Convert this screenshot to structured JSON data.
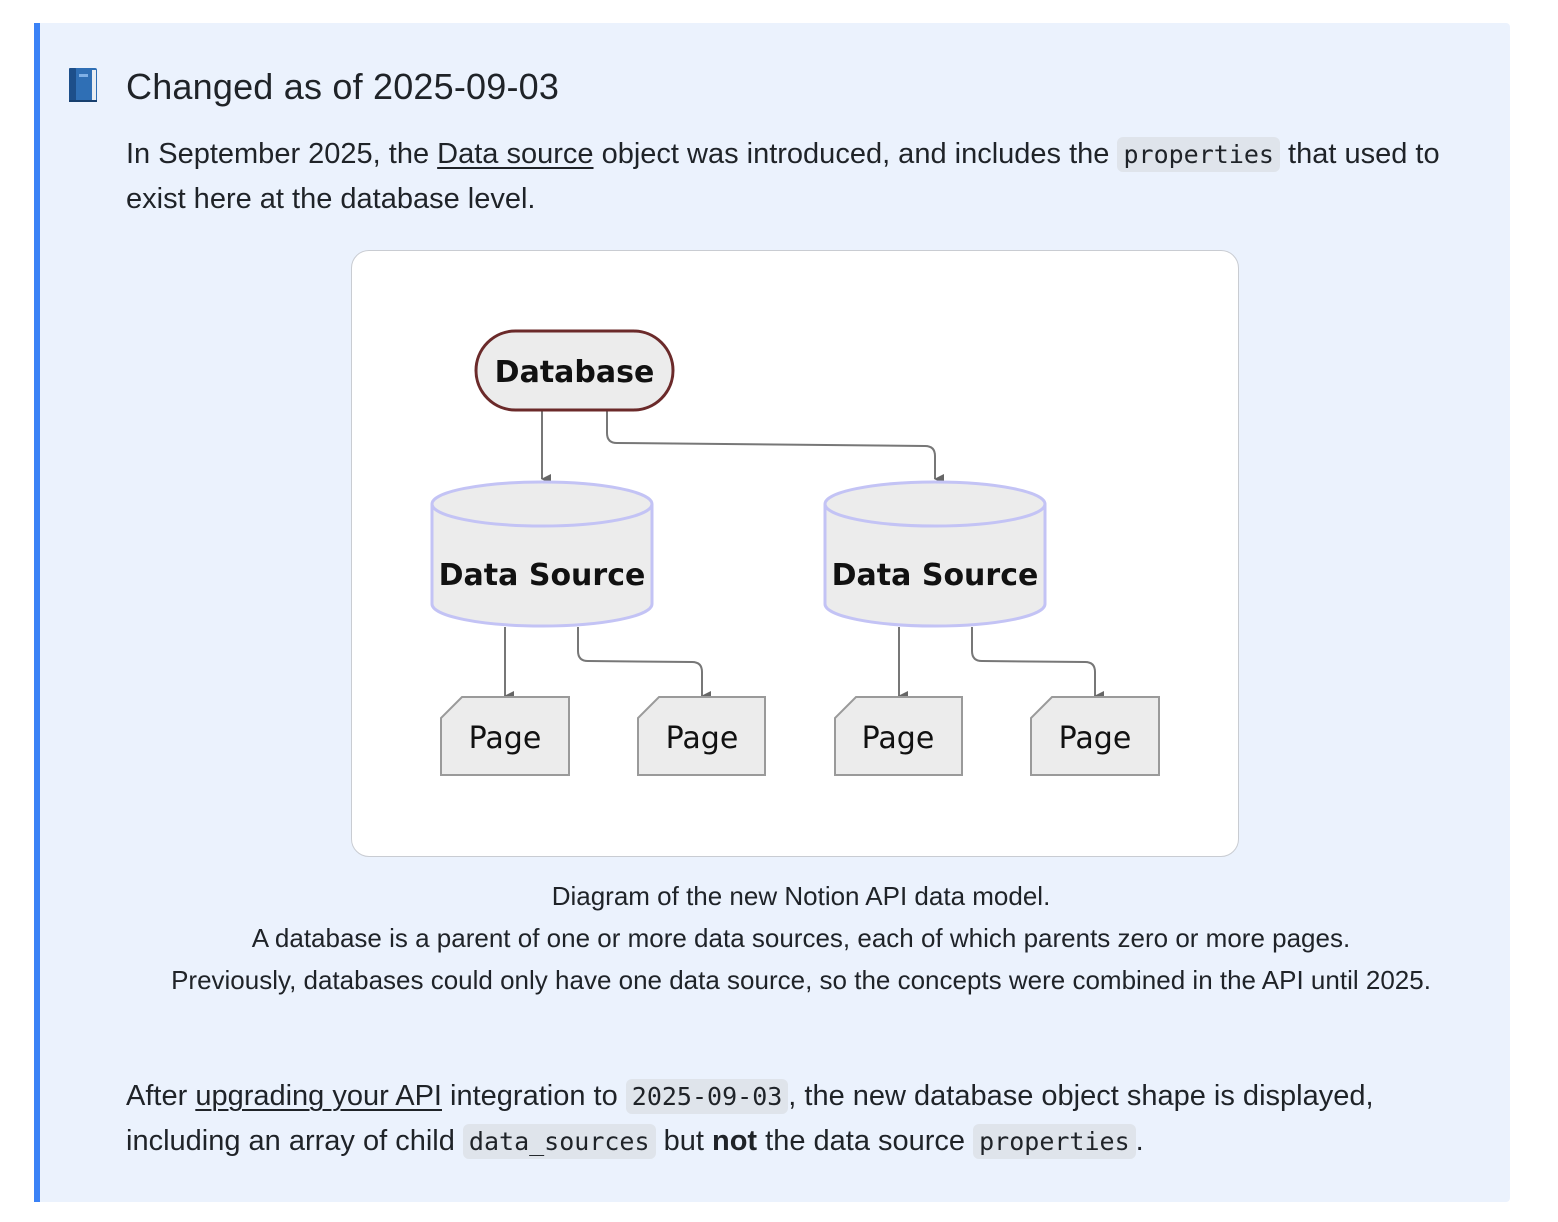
{
  "callout": {
    "icon": "blue-book-icon",
    "title": "Changed as of 2025-09-03",
    "accent_color": "#3b82f6",
    "background_color": "#ebf2fd",
    "intro": {
      "text_before": "In September 2025, the ",
      "link_text": "Data source",
      "text_middle": " object was introduced, and includes the ",
      "code": "properties",
      "text_after": " that used to exist here at the database level."
    },
    "diagram": {
      "database_label": "Database",
      "data_source_labels": [
        "Data Source",
        "Data Source"
      ],
      "page_labels": [
        "Page",
        "Page",
        "Page",
        "Page"
      ]
    },
    "caption": {
      "line1": "Diagram of the new Notion API data model.",
      "line2": "A database is a parent of one or more data sources, each of which parents zero or more pages.",
      "line3": "Previously, databases could only have one data source, so the concepts were combined in the API until 2025."
    },
    "footer": {
      "text_before": "After ",
      "link_text": "upgrading your API",
      "text_middle": " integration to ",
      "code_version": "2025-09-03",
      "text_after_version": ", the new database object shape is displayed, including an array of child ",
      "code_data_sources": "data_sources",
      "text_but": " but ",
      "bold_not": "not",
      "text_the": " the data source ",
      "code_properties": "properties",
      "text_end": "."
    }
  }
}
